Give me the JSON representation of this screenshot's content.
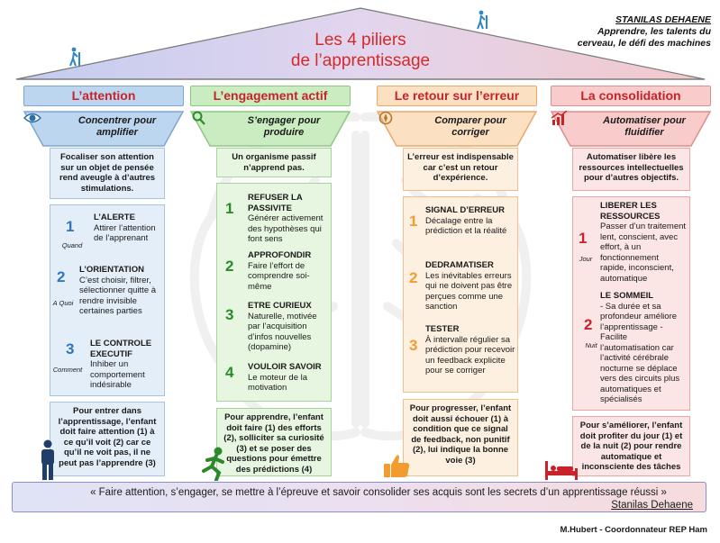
{
  "title": {
    "line1": "Les 4 piliers",
    "line2": "de l’apprentissage"
  },
  "author": {
    "name": "STANILAS DEHAENE",
    "book": "Apprendre, les talents du cerveau, le défi des machines"
  },
  "colors": {
    "title": "#d42a2a",
    "header_text": "#c8232a",
    "blue": "#bcd6ef",
    "green": "#c9edc0",
    "orange": "#fbe0c2",
    "red": "#f8cccb"
  },
  "pillars": [
    {
      "header": "L’attention",
      "funnel": "Concentrer pour amplifier",
      "icon": "eye-icon",
      "intro": "Focaliser son attention sur un objet de pensée rend aveugle à d’autres stimulations.",
      "items": [
        {
          "num": "1",
          "sub": "Quand",
          "title": "L’ALERTE",
          "text": "Attirer l’attention de l’apprenant"
        },
        {
          "num": "2",
          "sub": "A Quoi",
          "title": "L’ORIENTATION",
          "text": "C’est choisir, filtrer, sélectionner quitte à rendre invisible certaines parties"
        },
        {
          "num": "3",
          "sub": "Comment",
          "title": "LE CONTROLE EXECUTIF",
          "text": "Inhiber un comportement indésirable"
        }
      ],
      "outro": "Pour entrer dans l’apprentissage, l’enfant doit faire attention (1) à ce qu’il voit (2) car ce qu’il ne voit pas, il ne peut pas l’apprendre (3)"
    },
    {
      "header": "L’engagement actif",
      "funnel": "S’engager pour produire",
      "icon": "magnifier-icon",
      "intro": "Un organisme passif n’apprend pas.",
      "items": [
        {
          "num": "1",
          "sub": "",
          "title": "REFUSER LA PASSIVITE",
          "text": "Générer activement des hypothèses qui font sens"
        },
        {
          "num": "2",
          "sub": "",
          "title": "APPROFONDIR",
          "text": "Faire l’effort de comprendre soi-même"
        },
        {
          "num": "3",
          "sub": "",
          "title": "ETRE CURIEUX",
          "text": "Naturelle, motivée par l’acquisition d’infos nouvelles (dopamine)"
        },
        {
          "num": "4",
          "sub": "",
          "title": "VOULOIR SAVOIR",
          "text": "Le moteur de la motivation"
        }
      ],
      "outro": "Pour apprendre, l’enfant doit faire (1) des efforts (2), solliciter sa curiosité (3) et se poser des questions pour émettre des prédictions (4)"
    },
    {
      "header": "Le retour sur l’erreur",
      "funnel": "Comparer pour corriger",
      "icon": "compass-icon",
      "intro": "L’erreur est indispensable car c’est un retour d’expérience.",
      "items": [
        {
          "num": "1",
          "sub": "",
          "title": "SIGNAL D’ERREUR",
          "text": "Décalage entre la prédiction et la réalité"
        },
        {
          "num": "2",
          "sub": "",
          "title": "DEDRAMATISER",
          "text": "Les inévitables erreurs qui ne doivent pas être perçues comme une sanction"
        },
        {
          "num": "3",
          "sub": "",
          "title": "TESTER",
          "text": "À intervalle régulier sa prédiction pour recevoir un feedback explicite pour se corriger"
        }
      ],
      "outro": "Pour progresser, l’enfant doit aussi échouer (1) à condition que ce signal de feedback, non punitif (2), lui indique la bonne voie (3)"
    },
    {
      "header": "La consolidation",
      "funnel": "Automatiser pour fluidifier",
      "icon": "chart-up-icon",
      "intro": "Automatiser libère les ressources intellectuelles pour d’autres objectifs.",
      "items": [
        {
          "num": "1",
          "sub": "Jour",
          "title": "LIBERER LES RESSOURCES",
          "text": "Passer d’un traitement lent, conscient, avec effort, à un fonctionnement rapide, inconscient, automatique"
        },
        {
          "num": "2",
          "sub": "Nuit",
          "title": "LE SOMMEIL",
          "text": "- Sa durée et sa profondeur améliore l’apprentissage - Facilite l’automatisation car l’activité cérébrale nocturne se déplace vers des circuits plus automatiques et spécialisés"
        }
      ],
      "outro": "Pour s’améliorer, l’enfant doit profiter du jour (1) et de la nuit (2) pour rendre automatique et inconsciente des tâches"
    }
  ],
  "quote": {
    "text": "« Faire attention, s’engager, se mettre à l’épreuve et savoir consolider ses acquis sont les secrets d’un apprentissage réussi »",
    "author": "Stanilas Dehaene"
  },
  "footer": "M.Hubert - Coordonnateur REP Ham"
}
